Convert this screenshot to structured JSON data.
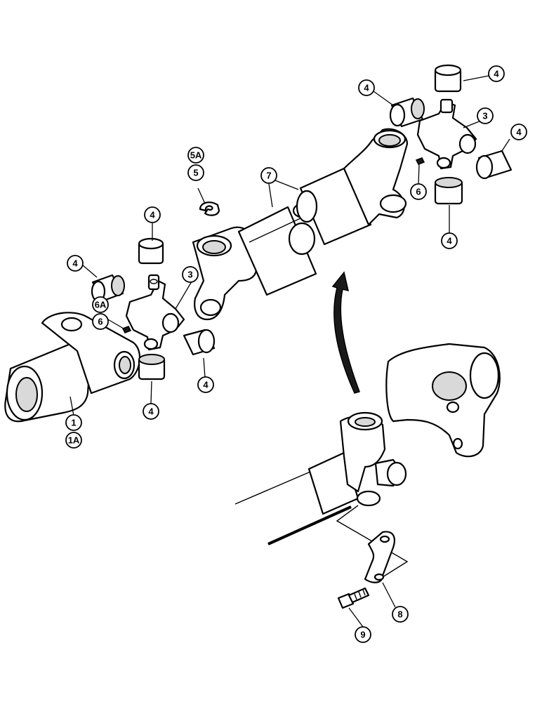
{
  "callouts": {
    "c_1": "1",
    "c_1a": "1A",
    "c_3a": "3",
    "c_3b": "3",
    "c_4a": "4",
    "c_4b": "4",
    "c_4c": "4",
    "c_4d": "4",
    "c_4e": "4",
    "c_4f": "4",
    "c_4g": "4",
    "c_4h": "4",
    "c_5": "5",
    "c_5a": "5A",
    "c_6a": "6",
    "c_6b": "6",
    "c_6A": "6A",
    "c_7": "7",
    "c_8": "8",
    "c_9": "9"
  }
}
